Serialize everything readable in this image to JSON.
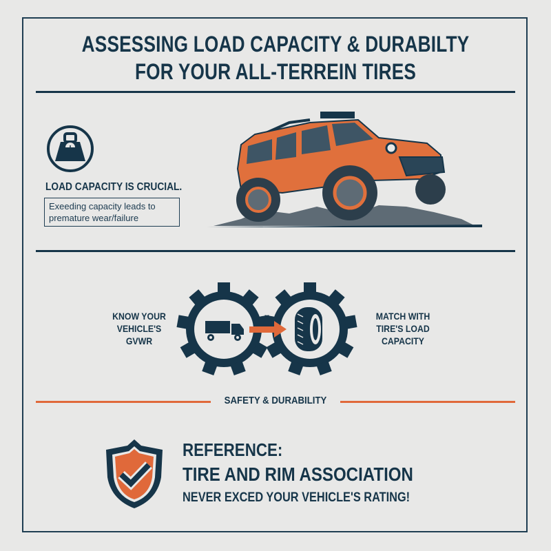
{
  "header": {
    "title_line1": "ASSESSING LOAD CAPACITY & DURABILTY",
    "title_line2": "FOR YOUR ALL-TERREIN TIRES"
  },
  "load_section": {
    "icon": "weight-icon",
    "heading": "LOAD CAPACITY IS CRUCIAL.",
    "note_line1": "Exeeding capacity leads to",
    "note_line2": "premature wear/failure",
    "illustration": "off-road-suv-illustration"
  },
  "process": {
    "left_line1": "KNOW YOUR",
    "left_line2": "VEHICLE'S",
    "left_line3": "GVWR",
    "right_line1": "MATCH WITH",
    "right_line2": "TIRE'S LOAD",
    "right_line3": "CAPACITY",
    "left_icon": "truck-icon",
    "right_icon": "tire-icon",
    "arrow_icon": "arrow-right-icon"
  },
  "divider": {
    "label": "SAFETY & DURABILITY"
  },
  "reference": {
    "icon": "shield-check-icon",
    "line1": "REFERENCE:",
    "line2": "TIRE AND RIM ASSOCIATION",
    "line3": "NEVER EXCED YOUR VEHICLE'S RATING!"
  },
  "colors": {
    "navy": "#163549",
    "orange": "#e0693a",
    "background": "#e8e8e7"
  }
}
